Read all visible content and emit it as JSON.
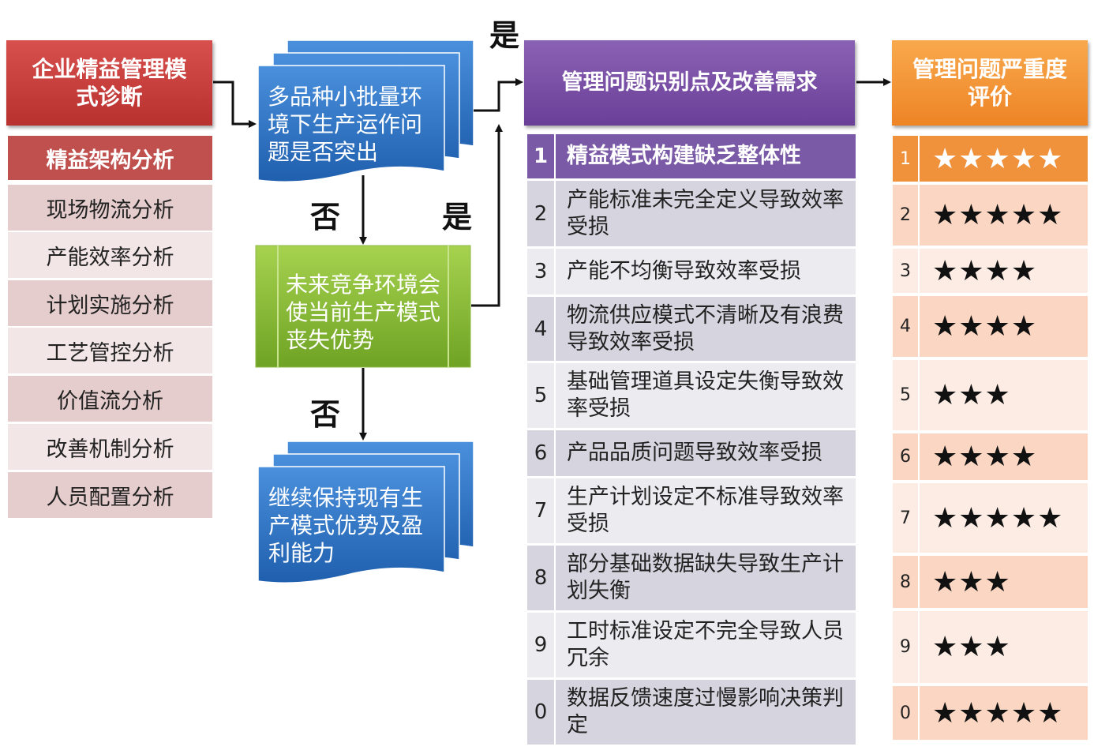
{
  "left": {
    "header": "企业精益管理模式诊断",
    "subheader": "精益架构分析",
    "items": [
      "现场物流分析",
      "产能效率分析",
      "计划实施分析",
      "工艺管控分析",
      "价值流分析",
      "改善机制分析",
      "人员配置分析"
    ]
  },
  "flow": {
    "box1": "多品种小批量环境下生产运作问题是否突出",
    "box2": "未来竞争环境会使当前生产模式丧失优势",
    "box3": "继续保持现有生产模式优势及盈利能力",
    "yes_top": "是",
    "no_1": "否",
    "yes_mid": "是",
    "no_2": "否"
  },
  "issues": {
    "header": "管理问题识别点及改善需求",
    "rows": [
      {
        "num": "1",
        "text": "精益模式构建缺乏整体性"
      },
      {
        "num": "2",
        "text": "产能标准未完全定义导致效率受损"
      },
      {
        "num": "3",
        "text": "产能不均衡导致效率受损"
      },
      {
        "num": "4",
        "text": "物流供应模式不清晰及有浪费导致效率受损"
      },
      {
        "num": "5",
        "text": "基础管理道具设定失衡导致效率受损"
      },
      {
        "num": "6",
        "text": "产品品质问题导致效率受损"
      },
      {
        "num": "7",
        "text": "生产计划设定不标准导致效率受损"
      },
      {
        "num": "8",
        "text": "部分基础数据缺失导致生产计划失衡"
      },
      {
        "num": "9",
        "text": "工时标准设定不完全导致人员冗余"
      },
      {
        "num": "0",
        "text": "数据反馈速度过慢影响决策判定"
      }
    ]
  },
  "severity": {
    "header": "管理问题严重度评价",
    "rows": [
      {
        "num": "1",
        "stars": "★★★★★"
      },
      {
        "num": "2",
        "stars": "★★★★★"
      },
      {
        "num": "3",
        "stars": "★★★★"
      },
      {
        "num": "4",
        "stars": "★★★★"
      },
      {
        "num": "5",
        "stars": "★★★"
      },
      {
        "num": "6",
        "stars": "★★★★"
      },
      {
        "num": "7",
        "stars": "★★★★★"
      },
      {
        "num": "8",
        "stars": "★★★"
      },
      {
        "num": "9",
        "stars": "★★★"
      },
      {
        "num": "0",
        "stars": "★★★★★"
      }
    ]
  },
  "colors": {
    "red": "#c0504d",
    "purple": "#7a5aa6",
    "orange": "#f0913c",
    "blue": "#2e75c7",
    "green": "#8dbf3a"
  }
}
